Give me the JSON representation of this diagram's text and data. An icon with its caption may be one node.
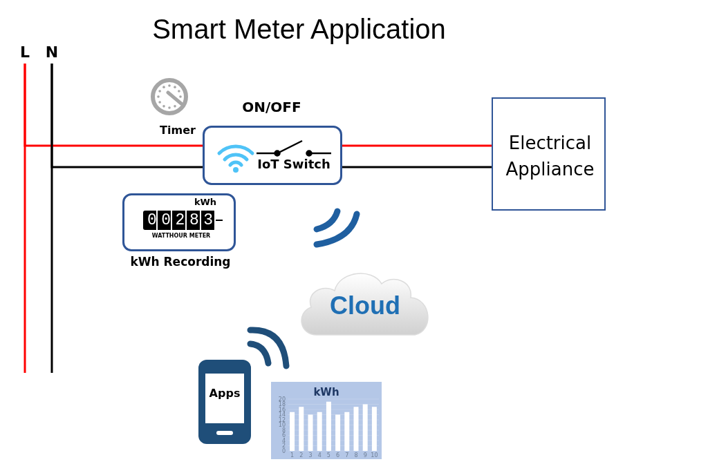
{
  "diagram": {
    "title": "Smart Meter Application",
    "nodes": [
      {
        "text": [
          "L"
        ]
      },
      {
        "text": [
          "N"
        ]
      },
      {
        "text": [
          "ON/OFF",
          "IoT Switch"
        ]
      },
      {
        "text": [
          "Electrical Appliance"
        ]
      },
      {
        "text": [
          "kWh",
          "00283",
          "WATTHOUR METER",
          "kWh Recording"
        ]
      },
      {
        "text": [
          "Cloud"
        ]
      },
      {
        "text": [
          "Apps"
        ]
      }
    ],
    "edges": [
      {
        "from": 0,
        "to": 2,
        "arrow": "none",
        "color": "#ff0000"
      },
      {
        "from": 1,
        "to": 2,
        "arrow": "none",
        "color": "#000000"
      },
      {
        "from": 2,
        "to": 3,
        "arrow": "none",
        "color": "#ff0000"
      },
      {
        "from": 2,
        "to": 3,
        "arrow": "none",
        "color": "#000000"
      }
    ],
    "labels": [
      "Timer"
    ],
    "chart_data": {
      "type": "bar",
      "title": "kWh",
      "categories": [
        "1",
        "2",
        "3",
        "4",
        "5",
        "6",
        "7",
        "8",
        "9",
        "10"
      ],
      "series": [
        {
          "color": "#ffffff",
          "values": [
            15,
            17,
            14,
            15,
            19,
            14,
            15,
            17,
            18,
            17
          ]
        }
      ],
      "grid": true,
      "ylim": [
        0,
        20
      ],
      "yticks": [
        0,
        2,
        4,
        6,
        8,
        10,
        12,
        14,
        16,
        18,
        20
      ]
    }
  }
}
